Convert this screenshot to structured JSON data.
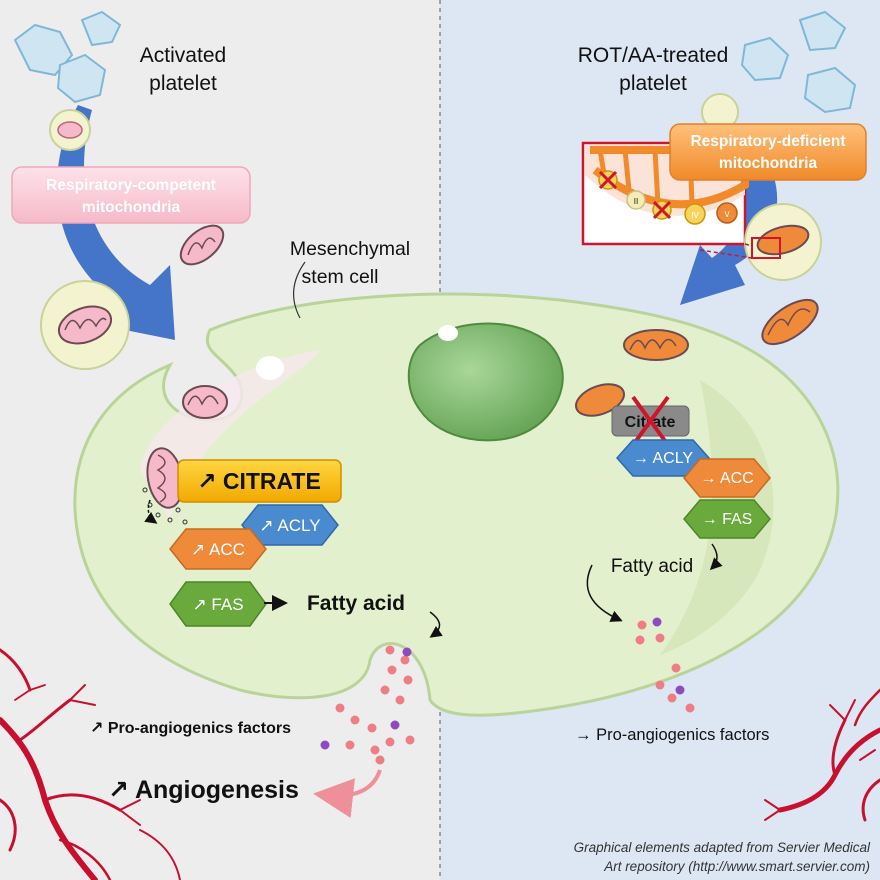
{
  "left_panel": {
    "platelet_label_line1": "Activated",
    "platelet_label_line2": "platelet",
    "mito_label_line1": "Respiratory-competent",
    "mito_label_line2": "mitochondria",
    "citrate_label": "↗ CITRATE",
    "acly_label": "↗ ACLY",
    "acc_label": "↗ ACC",
    "fas_label": "↗ FAS",
    "fatty_acid_label": "Fatty acid",
    "factors_label": "↗ Pro-angiogenics factors",
    "angiogenesis_label": "↗ Angiogenesis"
  },
  "right_panel": {
    "platelet_label_line1": "ROT/AA-treated",
    "platelet_label_line2": "platelet",
    "mito_label_line1": "Respiratory-deficient",
    "mito_label_line2": "mitochondria",
    "complex_labels": [
      "II",
      "IV",
      "V"
    ],
    "citrate_label": "Citrate",
    "acly_label": "→ ACLY",
    "acc_label": "→ ACC",
    "fas_label": "→ FAS",
    "fatty_acid_label": "Fatty acid",
    "factors_label": "→ Pro-angiogenics factors"
  },
  "cell_label_line1": "Mesenchymal",
  "cell_label_line2": "stem cell",
  "credit_line1": "Graphical elements adapted from Servier Medical",
  "credit_line2": "Art repository (http://www.smart.servier.com)",
  "colors": {
    "left_bg": "#ededed",
    "right_bg": "#dde7f3",
    "cell": "#e3f0cd",
    "nucleus": "#7fbf6a",
    "citrate": "#f4b400",
    "acly": "#4a8bd0",
    "acc": "#ef8a3a",
    "fas": "#6aaa3c",
    "arrow": "#3b6fc7",
    "vessels": "#c8102e"
  }
}
